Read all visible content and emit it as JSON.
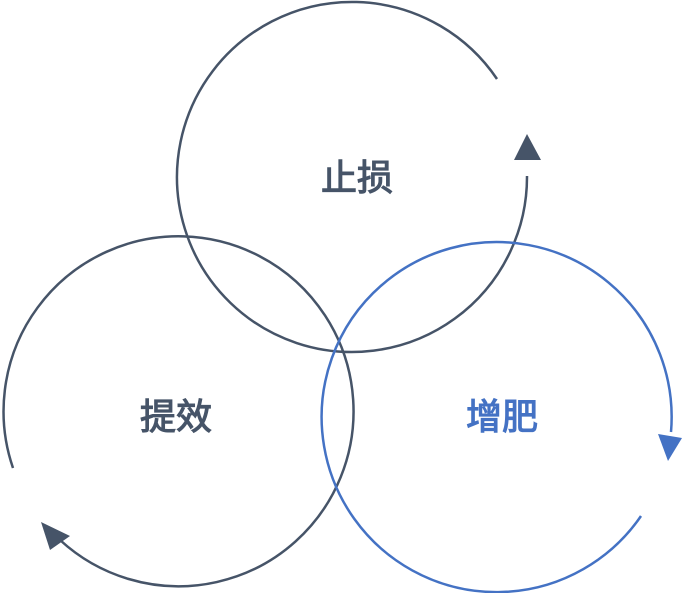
{
  "diagram": {
    "circles": [
      {
        "id": "top",
        "label": "止损",
        "color": "#465468"
      },
      {
        "id": "left",
        "label": "提效",
        "color": "#465468"
      },
      {
        "id": "right",
        "label": "增肥",
        "color": "#4472C4"
      }
    ]
  }
}
